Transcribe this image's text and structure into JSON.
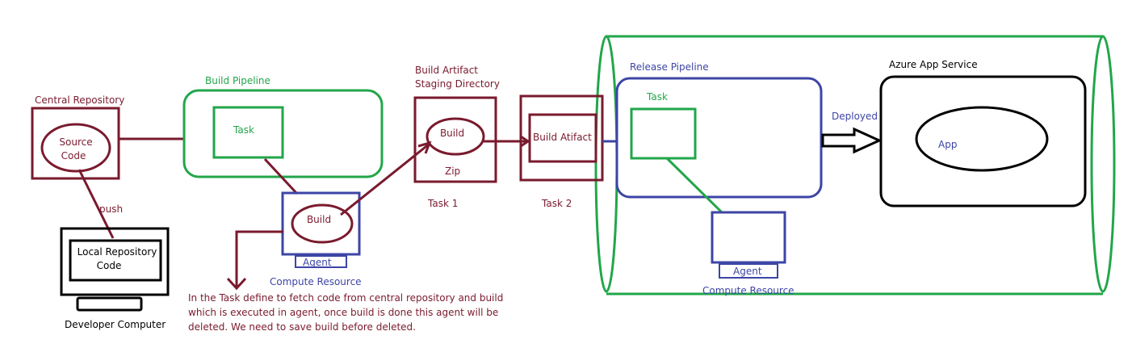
{
  "colors": {
    "maroon": "#7a1a2e",
    "green": "#22a64a",
    "blue": "#3d45a6",
    "black": "#000000"
  },
  "central_repo": {
    "title": "Central Repository",
    "source_line1": "Source",
    "source_line2": "Code"
  },
  "push_label": "push",
  "developer": {
    "local_line1": "Local Repository",
    "local_line2": "Code",
    "computer_label": "Developer Computer"
  },
  "build_pipeline": {
    "title": "Build Pipeline",
    "task_label": "Task"
  },
  "agent1": {
    "build_label": "Build",
    "agent_label": "Agent",
    "compute_label": "Compute Resource"
  },
  "note": {
    "line1": "In the Task define to fetch code from central repository and build",
    "line2": "which is executed in agent,  once build is done this agent will be",
    "line3": "deleted.  We need to save build before deleted."
  },
  "staging": {
    "title_line1": "Build Artifact",
    "title_line2": "Staging Directory",
    "build_label": "Build",
    "zip_label": "Zip",
    "task1_label": "Task 1"
  },
  "artifact": {
    "label": "Build Atifact",
    "task2_label": "Task 2"
  },
  "release_pipeline": {
    "title": "Release Pipeline",
    "task_label": "Task"
  },
  "agent2": {
    "agent_label": "Agent",
    "compute_label": "Compute Resource"
  },
  "deployed_label": "Deployed",
  "azure": {
    "title": "Azure App Service",
    "app_label": "App"
  }
}
